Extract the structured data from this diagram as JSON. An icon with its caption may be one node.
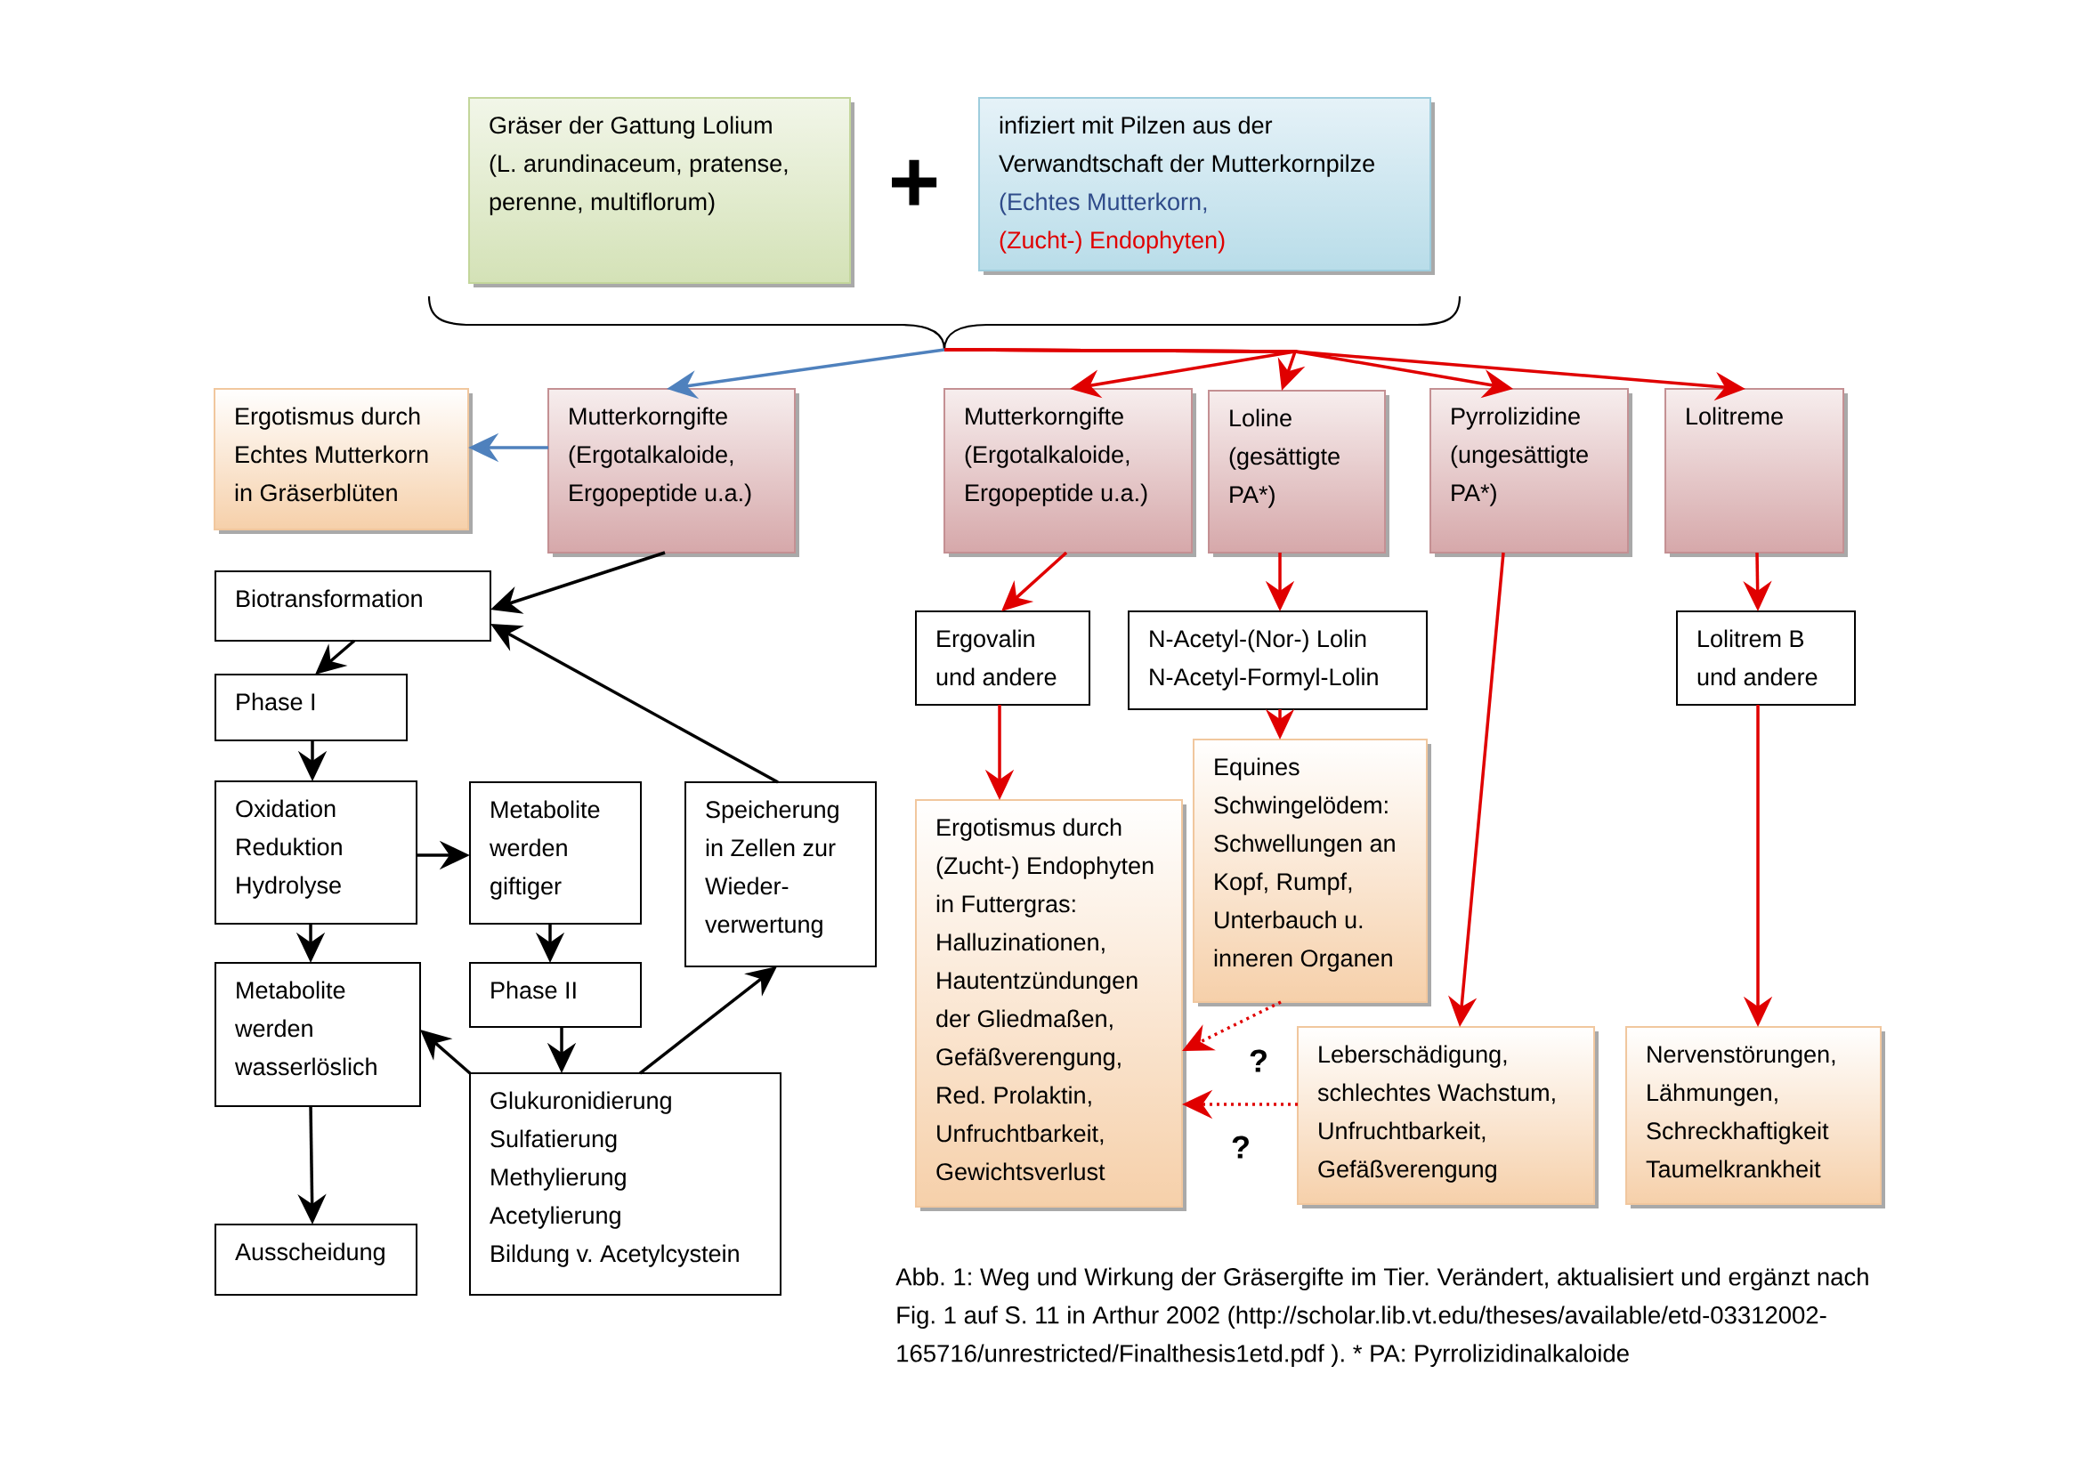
{
  "diagram": {
    "nodes": [
      {
        "text": [
          "Gräser der Gattung Lolium",
          "(L. arundinaceum, pratense, perenne, multiflorum)"
        ]
      },
      {
        "text": [
          "infiziert mit Pilzen aus der Verwandtschaft der Mutterkornpilze",
          "(Echtes Mutterkorn,",
          "(Zucht-) Endophyten)"
        ]
      },
      {
        "text": [],
        "shape": "brace"
      },
      {
        "text": [
          "Ergotismus durch Echtes Mutterkorn in Gräserblüten"
        ]
      },
      {
        "text": [
          "Mutterkorngifte",
          "(Ergotalkaloide, Ergopeptide u.a.)"
        ]
      },
      {
        "text": [
          "Mutterkorngifte",
          "(Ergotalkaloide, Ergopeptide u.a.)"
        ]
      },
      {
        "text": [
          "Loline",
          "(gesättigte PA*)"
        ]
      },
      {
        "text": [
          "Pyrrolizidine",
          "(ungesättigte PA*)"
        ]
      },
      {
        "text": [
          "Lolitreme"
        ]
      },
      {
        "text": [
          "Biotransformation"
        ]
      },
      {
        "text": [
          "Phase I"
        ]
      },
      {
        "text": [
          "Oxidation",
          "Reduktion",
          "Hydrolyse"
        ]
      },
      {
        "text": [
          "Metabolite werden giftiger"
        ]
      },
      {
        "text": [
          "Speicherung in Zellen zur Wieder- verwertung"
        ]
      },
      {
        "text": [
          "Metabolite werden wasserlöslich"
        ]
      },
      {
        "text": [
          "Phase II"
        ]
      },
      {
        "text": [
          "Glukuronidierung",
          "Sulfatierung",
          "Methylierung",
          "Acetylierung",
          "Bildung v. Acetylcystein"
        ]
      },
      {
        "text": [
          "Ausscheidung"
        ]
      },
      {
        "text": [
          "Ergovalin und andere"
        ]
      },
      {
        "text": [
          "N-Acetyl-(Nor-) Lolin",
          "N-Acetyl-Formyl-Lolin"
        ]
      },
      {
        "text": [
          "Lolitrem B und andere"
        ]
      },
      {
        "text": [
          "Ergotismus durch (Zucht-) Endophyten in Futtergras:",
          "Halluzinationen, Hautentzündungen der Gliedmaßen, Gefäßverengung, Red. Prolaktin, Unfruchtbarkeit, Gewichtsverlust"
        ]
      },
      {
        "text": [
          "Equines Schwingelödem:",
          "Schwellungen an Kopf, Rumpf, Unterbauch u. inneren Organen"
        ]
      },
      {
        "text": [
          "Leberschädigung, schlechtes Wachstum, Unfruchtbarkeit, Gefäßverengung"
        ]
      },
      {
        "text": [
          "Nervenstörungen, Lähmungen, Schreckhaftigkeit Taumelkrankheit"
        ]
      }
    ],
    "edges": [
      {
        "from": 2,
        "to": 4,
        "arrow": "to",
        "color": "#4f81bd"
      },
      {
        "from": 4,
        "to": 3,
        "arrow": "to",
        "color": "#4f81bd"
      },
      {
        "from": 2,
        "to": 5,
        "arrow": "to"
      },
      {
        "from": 2,
        "to": 6,
        "arrow": "to"
      },
      {
        "from": 2,
        "to": 7,
        "arrow": "to"
      },
      {
        "from": 2,
        "to": 8,
        "arrow": "to"
      },
      {
        "from": 4,
        "to": 9,
        "arrow": "to",
        "color": "#000000"
      },
      {
        "from": 13,
        "to": 9,
        "arrow": "to",
        "color": "#000000"
      },
      {
        "from": 9,
        "to": 10,
        "arrow": "to",
        "color": "#000000"
      },
      {
        "from": 10,
        "to": 11,
        "arrow": "to",
        "color": "#000000"
      },
      {
        "from": 11,
        "to": 12,
        "arrow": "to",
        "color": "#000000"
      },
      {
        "from": 11,
        "to": 14,
        "arrow": "to",
        "color": "#000000"
      },
      {
        "from": 12,
        "to": 15,
        "arrow": "to",
        "color": "#000000"
      },
      {
        "from": 15,
        "to": 16,
        "arrow": "to",
        "color": "#000000"
      },
      {
        "from": 16,
        "to": 14,
        "arrow": "to",
        "color": "#000000"
      },
      {
        "from": 16,
        "to": 13,
        "arrow": "to",
        "color": "#000000"
      },
      {
        "from": 14,
        "to": 17,
        "arrow": "to",
        "color": "#000000"
      },
      {
        "from": 5,
        "to": 18,
        "arrow": "to"
      },
      {
        "from": 6,
        "to": 19,
        "arrow": "to"
      },
      {
        "from": 7,
        "to": 23,
        "arrow": "to"
      },
      {
        "from": 8,
        "to": 20,
        "arrow": "to"
      },
      {
        "from": 18,
        "to": 21,
        "arrow": "to"
      },
      {
        "from": 19,
        "to": 22,
        "arrow": "to"
      },
      {
        "from": 20,
        "to": 24,
        "arrow": "to"
      },
      {
        "from": 22,
        "to": 21,
        "arrow": "to",
        "label": "?",
        "style": "dashed"
      },
      {
        "from": 23,
        "to": 21,
        "arrow": "to",
        "label": "?",
        "style": "dashed"
      }
    ],
    "labels": [
      "+"
    ],
    "caption": "Abb. 1: Weg und Wirkung der Gräsergifte im Tier. Verändert, aktualisiert und ergänzt nach Fig. 1 auf S. 11 in Arthur 2002 (http://scholar.lib.vt.edu/theses/available/etd-03312002-165716/unrestricted/Finalthesis1etd.pdf ). * PA: Pyrrolizidinalkaloide"
  }
}
